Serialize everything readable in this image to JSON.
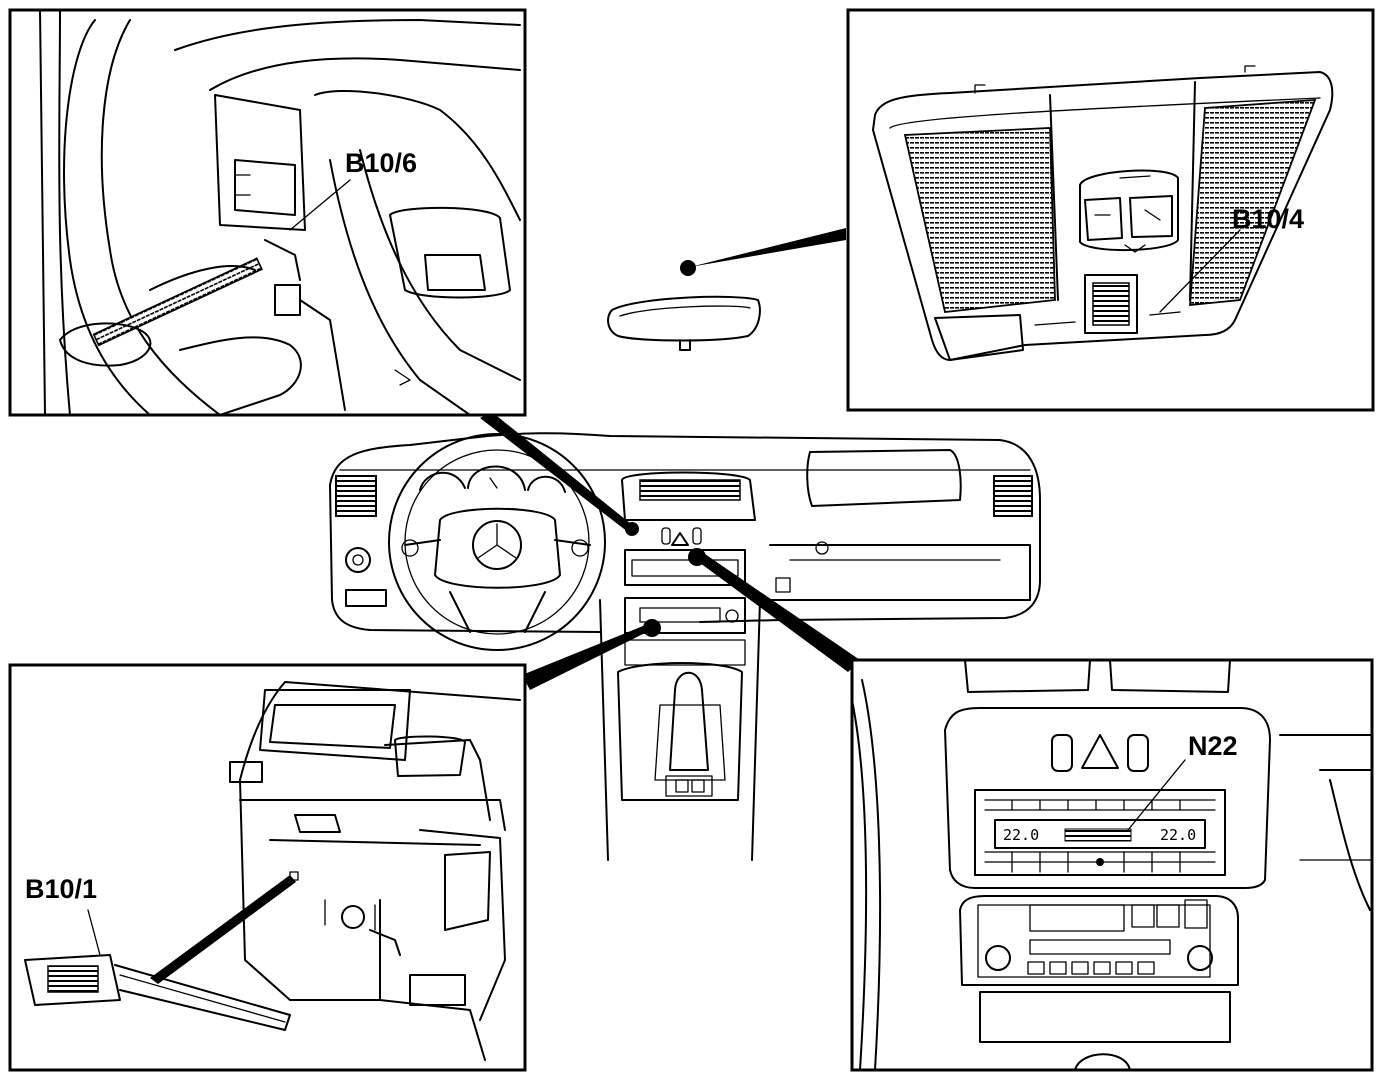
{
  "callouts": {
    "top_left": "B10/6",
    "top_right": "B10/4",
    "bottom_left": "B10/1",
    "bottom_right": "N22"
  },
  "display": {
    "left_temp": "22.0",
    "right_temp": "22.0"
  }
}
